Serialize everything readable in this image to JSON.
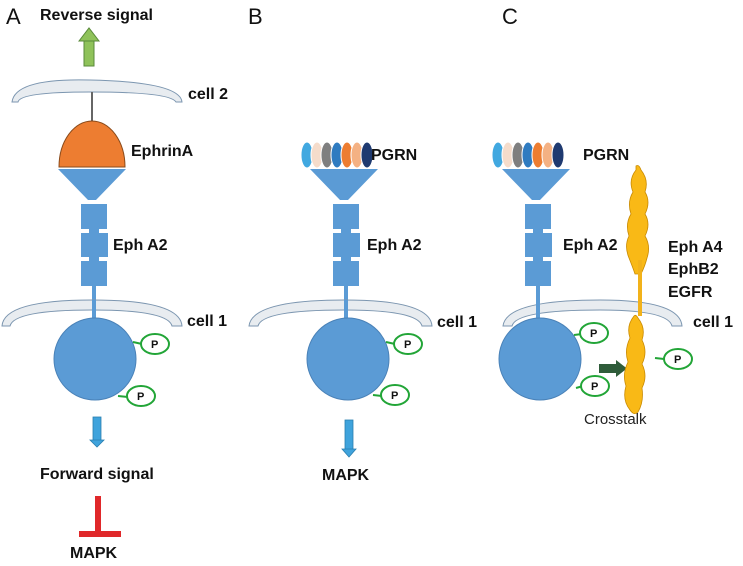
{
  "panels": {
    "a": {
      "letter": "A",
      "reverse_signal": "Reverse signal",
      "cell2": "cell 2",
      "ligand": "EphrinA",
      "receptor": "Eph A2",
      "cell1": "cell 1",
      "phospho": [
        "P",
        "P"
      ],
      "forward_signal": "Forward signal",
      "target": "MAPK"
    },
    "b": {
      "letter": "B",
      "ligand": "PGRN",
      "receptor": "Eph A2",
      "cell1": "cell 1",
      "phospho": [
        "P",
        "P"
      ],
      "target": "MAPK"
    },
    "c": {
      "letter": "C",
      "ligand": "PGRN",
      "receptor": "Eph A2",
      "partners": [
        "Eph A4",
        "EphB2",
        "EGFR"
      ],
      "cell1": "cell 1",
      "phospho": [
        "P",
        "P",
        "P"
      ],
      "crosstalk": "Crosstalk"
    }
  },
  "colors": {
    "receptor": "#5b9bd5",
    "ephrin": "#ed7d31",
    "membrane": "#e8ecf0",
    "phospho": "#22a537",
    "reverse_arrow": "#8fc25a",
    "forward_arrow": "#3fa3dc",
    "inhibit": "#e0282a",
    "partner": "#f9b916",
    "crosstalk_arrow": "#2f5c3a",
    "pgrn_granulins": [
      "#41a8e0",
      "#f5dccb",
      "#7f7f7f",
      "#2f7bc0",
      "#ed7d31",
      "#f4b183",
      "#1f3a70"
    ]
  }
}
